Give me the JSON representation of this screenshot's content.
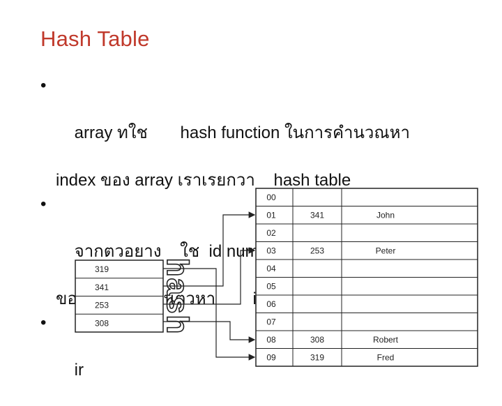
{
  "title": "Hash Table",
  "bullets": [
    {
      "marker": "•",
      "lines": [
        "array ทใช       hash function ในการคำนวณหา",
        "index ของ array เราเรยกวา    hash table"
      ]
    },
    {
      "marker": "•",
      "lines": [
        "จากตวอยาง    ใช  id number",
        "ของพนกงานเปนตวหา        index"
      ]
    },
    {
      "marker": "•",
      "lines": [
        "ir"
      ]
    }
  ],
  "diagram": {
    "keys": [
      "319",
      "341",
      "253",
      "308"
    ],
    "hash_label": "hash",
    "table": [
      {
        "index": "00",
        "id": "",
        "name": ""
      },
      {
        "index": "01",
        "id": "341",
        "name": "John"
      },
      {
        "index": "02",
        "id": "",
        "name": ""
      },
      {
        "index": "03",
        "id": "253",
        "name": "Peter"
      },
      {
        "index": "04",
        "id": "",
        "name": ""
      },
      {
        "index": "05",
        "id": "",
        "name": ""
      },
      {
        "index": "06",
        "id": "",
        "name": ""
      },
      {
        "index": "07",
        "id": "",
        "name": ""
      },
      {
        "index": "08",
        "id": "308",
        "name": "Robert"
      },
      {
        "index": "09",
        "id": "319",
        "name": "Fred"
      }
    ]
  }
}
